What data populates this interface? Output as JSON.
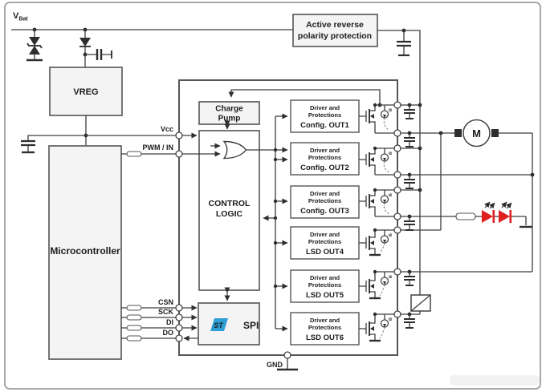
{
  "diagram": {
    "title_note": "",
    "vbat": {
      "main": "V",
      "sub": "Bat"
    },
    "arpp": {
      "line1": "Active reverse",
      "line2": "polarity protection"
    },
    "vreg": "VREG",
    "mcu": "Microcontroller",
    "charge_pump": {
      "line1": "Charge",
      "line2": "Pump"
    },
    "control_logic": {
      "line1": "CONTROL",
      "line2": "LOGIC"
    },
    "spi": {
      "label": "SPI",
      "logo": "ST"
    },
    "drivers": [
      {
        "line1": "Driver and",
        "line2": "Protections",
        "line3": "Config. OUT1"
      },
      {
        "line1": "Driver and",
        "line2": "Protections",
        "line3": "Config. OUT2"
      },
      {
        "line1": "Driver and",
        "line2": "Protections",
        "line3": "Config. OUT3"
      },
      {
        "line1": "Driver and",
        "line2": "Protections",
        "line3": "LSD OUT4"
      },
      {
        "line1": "Driver and",
        "line2": "Protections",
        "line3": "LSD OUT5"
      },
      {
        "line1": "Driver and",
        "line2": "Protections",
        "line3": "LSD OUT6"
      }
    ],
    "pins": {
      "vcc": "Vcc",
      "pwm": "PWM / IN",
      "csn": "CSN",
      "sck": "SCK",
      "di": "DI",
      "do": "DO",
      "gnd": "GND"
    },
    "motor": "M",
    "sense_glyph": "ɑ",
    "colors": {
      "led": "#e01f1f",
      "st_logo": "#2e9fd4",
      "wire": "#3d3d3d",
      "box_fill": "#f4f4f4"
    }
  }
}
